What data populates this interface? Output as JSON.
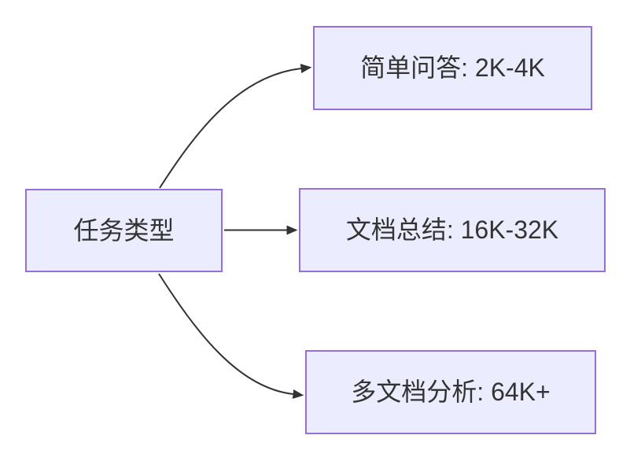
{
  "diagram": {
    "type": "flowchart-left-to-right",
    "colors": {
      "background": "#ffffff",
      "node_fill": "#ECECFF",
      "node_border": "#9370DB",
      "text": "#333333",
      "edge": "#333333"
    },
    "root": {
      "label": "任务类型"
    },
    "branches": [
      {
        "label": "简单问答: 2K-4K"
      },
      {
        "label": "文档总结: 16K-32K"
      },
      {
        "label": "多文档分析: 64K+"
      }
    ]
  }
}
